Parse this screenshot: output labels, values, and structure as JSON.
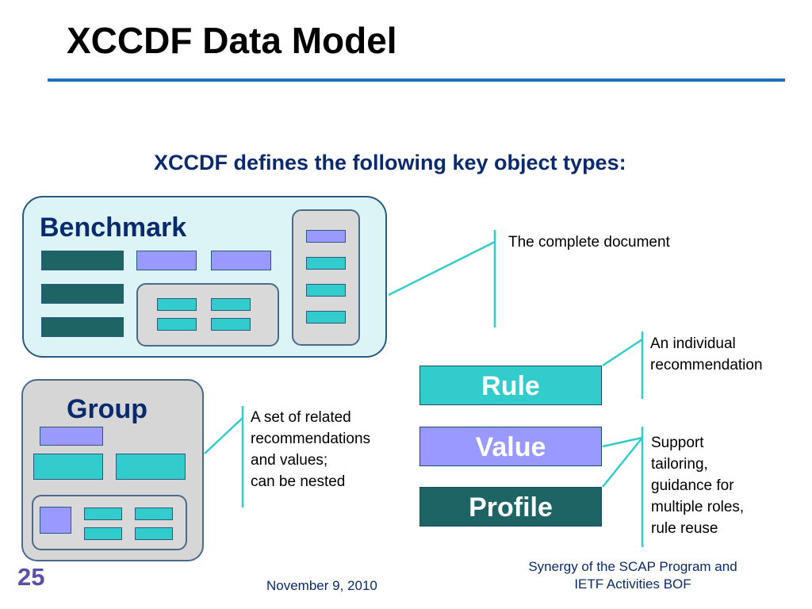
{
  "slide": {
    "title": "XCCDF Data Model",
    "subtitle": "XCCDF defines the following key object types:",
    "number": "25"
  },
  "benchmark": {
    "label": "Benchmark"
  },
  "group": {
    "label": "Group"
  },
  "types": {
    "rule": "Rule",
    "value": "Value",
    "profile": "Profile"
  },
  "callouts": {
    "benchmark": "The complete document",
    "rule_line1": "An individual",
    "rule_line2": "recommendation",
    "group_line1": "A set of related",
    "group_line2": "recommendations",
    "group_line3": "and values;",
    "group_line4": "can be nested",
    "profile_line1": "Support",
    "profile_line2": "tailoring,",
    "profile_line3": "guidance for",
    "profile_line4": "multiple roles,",
    "profile_line5": "rule reuse"
  },
  "footer": {
    "date": "November 9, 2010",
    "event_line1": "Synergy of the SCAP Program and",
    "event_line2": "IETF Activities BOF"
  },
  "colors": {
    "dark_teal": "#1e6464",
    "cyan": "#33cccc",
    "lavender": "#9999ff",
    "connector": "#33cccc",
    "title_rule": "#1f6fc0"
  }
}
